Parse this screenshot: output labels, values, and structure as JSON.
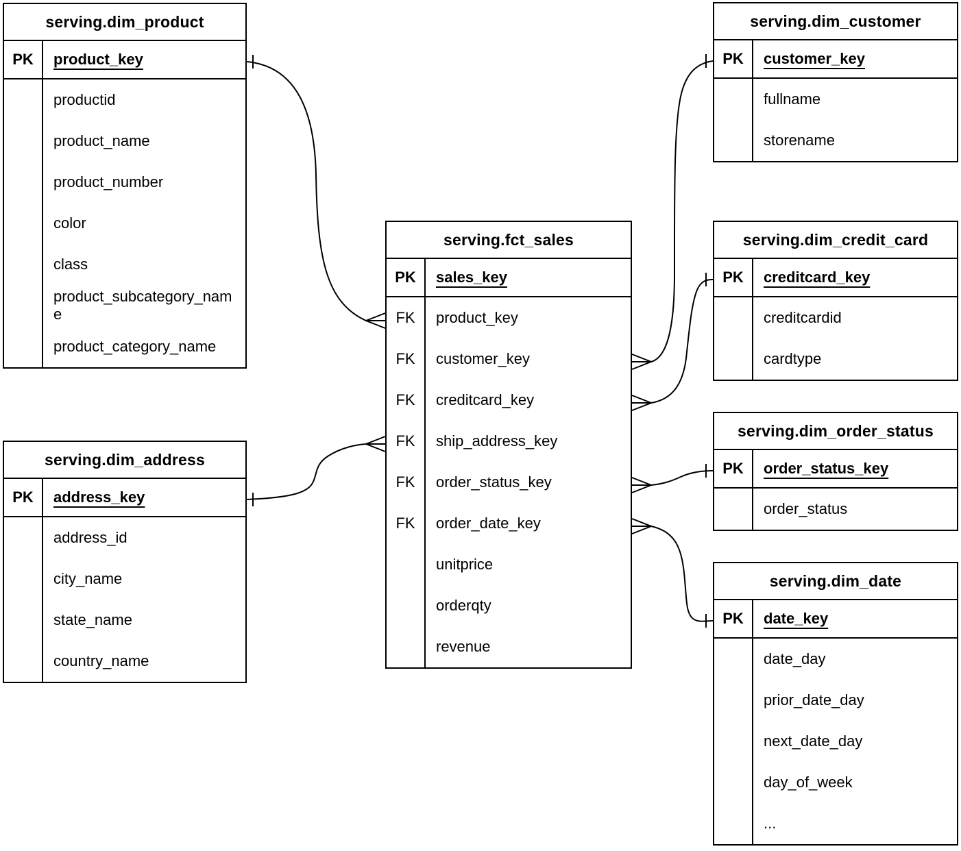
{
  "diagram_type": "entity-relationship",
  "colors": {
    "background": "#ffffff",
    "line": "#000000",
    "text": "#000000"
  },
  "tables": [
    {
      "id": "dim_product",
      "title": "serving.dim_product",
      "rows": [
        {
          "key": "PK",
          "name": "product_key"
        },
        {
          "key": "",
          "name": "productid"
        },
        {
          "key": "",
          "name": "product_name"
        },
        {
          "key": "",
          "name": "product_number"
        },
        {
          "key": "",
          "name": "color"
        },
        {
          "key": "",
          "name": "class"
        },
        {
          "key": "",
          "name": "product_subcategory_name"
        },
        {
          "key": "",
          "name": "product_category_name"
        }
      ]
    },
    {
      "id": "dim_address",
      "title": "serving.dim_address",
      "rows": [
        {
          "key": "PK",
          "name": "address_key"
        },
        {
          "key": "",
          "name": "address_id"
        },
        {
          "key": "",
          "name": "city_name"
        },
        {
          "key": "",
          "name": "state_name"
        },
        {
          "key": "",
          "name": "country_name"
        }
      ]
    },
    {
      "id": "fct_sales",
      "title": "serving.fct_sales",
      "rows": [
        {
          "key": "PK",
          "name": "sales_key"
        },
        {
          "key": "FK",
          "name": "product_key"
        },
        {
          "key": "FK",
          "name": "customer_key"
        },
        {
          "key": "FK",
          "name": "creditcard_key"
        },
        {
          "key": "FK",
          "name": "ship_address_key"
        },
        {
          "key": "FK",
          "name": "order_status_key"
        },
        {
          "key": "FK",
          "name": "order_date_key"
        },
        {
          "key": "",
          "name": "unitprice"
        },
        {
          "key": "",
          "name": "orderqty"
        },
        {
          "key": "",
          "name": "revenue"
        }
      ]
    },
    {
      "id": "dim_customer",
      "title": "serving.dim_customer",
      "rows": [
        {
          "key": "PK",
          "name": "customer_key"
        },
        {
          "key": "",
          "name": "fullname"
        },
        {
          "key": "",
          "name": "storename"
        }
      ]
    },
    {
      "id": "dim_credit_card",
      "title": "serving.dim_credit_card",
      "rows": [
        {
          "key": "PK",
          "name": "creditcard_key"
        },
        {
          "key": "",
          "name": "creditcardid"
        },
        {
          "key": "",
          "name": "cardtype"
        }
      ]
    },
    {
      "id": "dim_order_status",
      "title": "serving.dim_order_status",
      "rows": [
        {
          "key": "PK",
          "name": "order_status_key"
        },
        {
          "key": "",
          "name": "order_status"
        }
      ]
    },
    {
      "id": "dim_date",
      "title": "serving.dim_date",
      "rows": [
        {
          "key": "PK",
          "name": "date_key"
        },
        {
          "key": "",
          "name": "date_day"
        },
        {
          "key": "",
          "name": "prior_date_day"
        },
        {
          "key": "",
          "name": "next_date_day"
        },
        {
          "key": "",
          "name": "day_of_week"
        },
        {
          "key": "",
          "name": "..."
        }
      ]
    }
  ],
  "relationships": [
    {
      "many": "serving.fct_sales.product_key",
      "one": "serving.dim_product.product_key"
    },
    {
      "many": "serving.fct_sales.ship_address_key",
      "one": "serving.dim_address.address_key"
    },
    {
      "many": "serving.fct_sales.customer_key",
      "one": "serving.dim_customer.customer_key"
    },
    {
      "many": "serving.fct_sales.creditcard_key",
      "one": "serving.dim_credit_card.creditcard_key"
    },
    {
      "many": "serving.fct_sales.order_status_key",
      "one": "serving.dim_order_status.order_status_key"
    },
    {
      "many": "serving.fct_sales.order_date_key",
      "one": "serving.dim_date.date_key"
    }
  ]
}
